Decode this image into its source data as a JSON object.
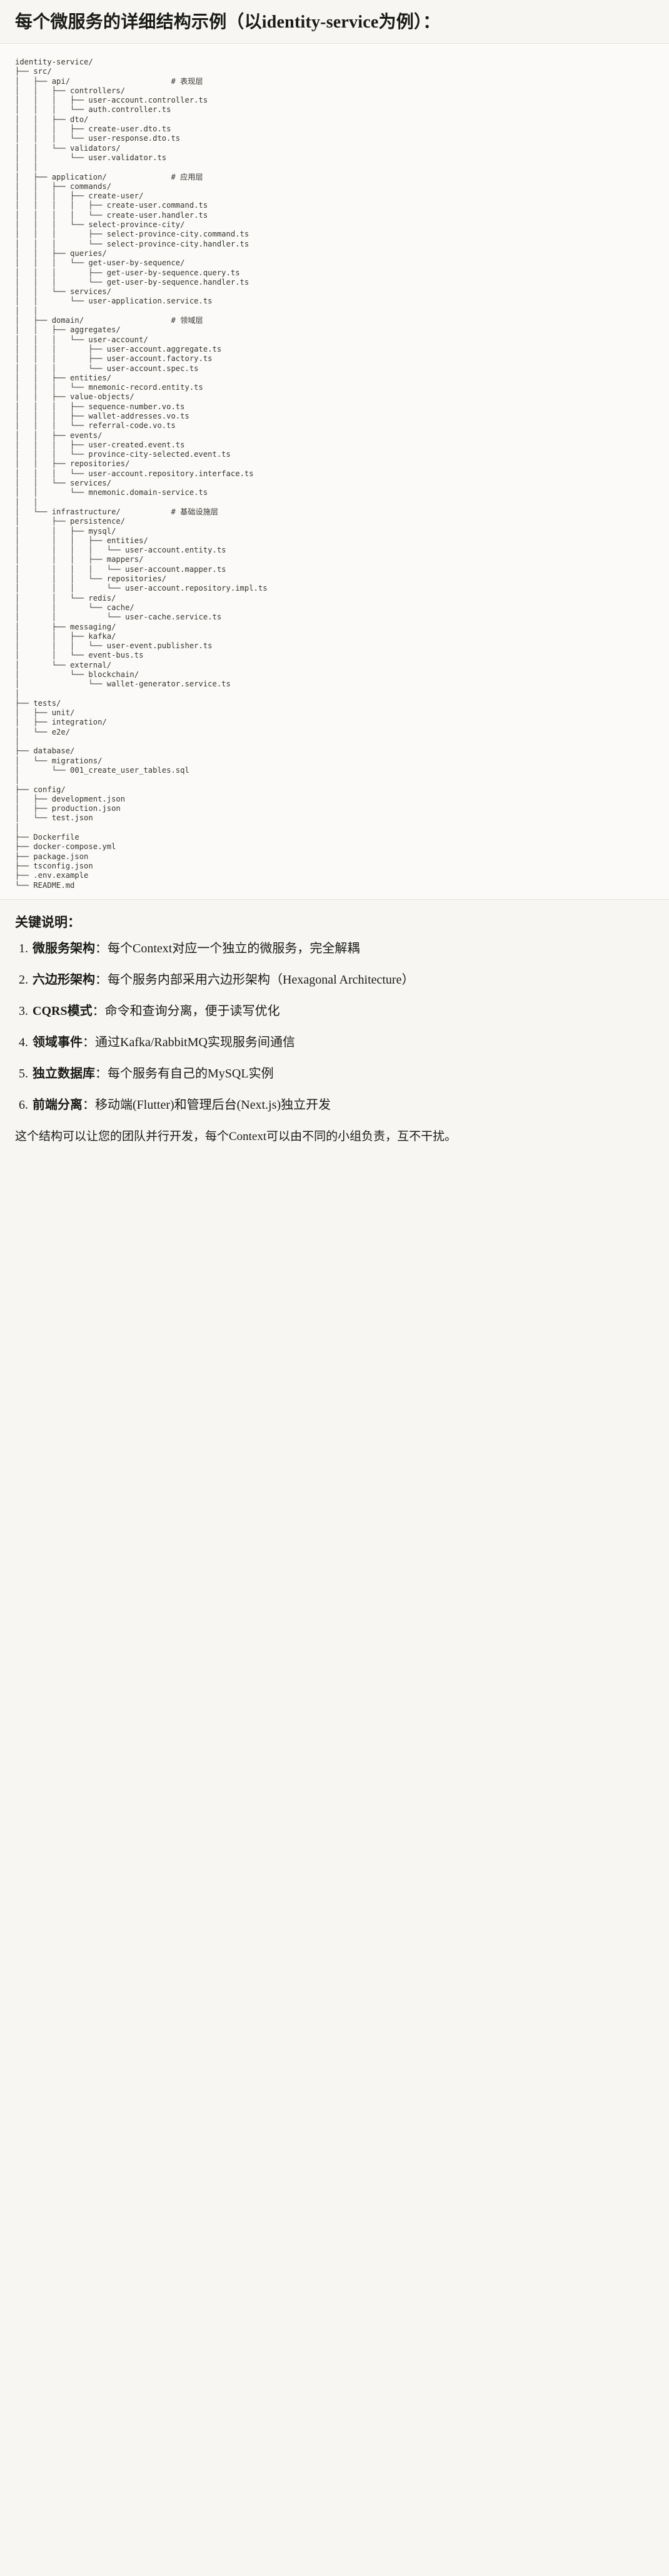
{
  "header": {
    "title": "每个微服务的详细结构示例（以identity-service为例）："
  },
  "tree": {
    "root": "identity-service/",
    "text": "identity-service/\n├── src/\n│   ├── api/                      # 表现层\n│   │   ├── controllers/\n│   │   │   ├── user-account.controller.ts\n│   │   │   └── auth.controller.ts\n│   │   ├── dto/\n│   │   │   ├── create-user.dto.ts\n│   │   │   └── user-response.dto.ts\n│   │   └── validators/\n│   │       └── user.validator.ts\n│   │\n│   ├── application/              # 应用层\n│   │   ├── commands/\n│   │   │   ├── create-user/\n│   │   │   │   ├── create-user.command.ts\n│   │   │   │   └── create-user.handler.ts\n│   │   │   └── select-province-city/\n│   │   │       ├── select-province-city.command.ts\n│   │   │       └── select-province-city.handler.ts\n│   │   ├── queries/\n│   │   │   └── get-user-by-sequence/\n│   │   │       ├── get-user-by-sequence.query.ts\n│   │   │       └── get-user-by-sequence.handler.ts\n│   │   └── services/\n│   │       └── user-application.service.ts\n│   │\n│   ├── domain/                   # 领域层\n│   │   ├── aggregates/\n│   │   │   └── user-account/\n│   │   │       ├── user-account.aggregate.ts\n│   │   │       ├── user-account.factory.ts\n│   │   │       └── user-account.spec.ts\n│   │   ├── entities/\n│   │   │   └── mnemonic-record.entity.ts\n│   │   ├── value-objects/\n│   │   │   ├── sequence-number.vo.ts\n│   │   │   ├── wallet-addresses.vo.ts\n│   │   │   └── referral-code.vo.ts\n│   │   ├── events/\n│   │   │   ├── user-created.event.ts\n│   │   │   └── province-city-selected.event.ts\n│   │   ├── repositories/\n│   │   │   └── user-account.repository.interface.ts\n│   │   └── services/\n│   │       └── mnemonic.domain-service.ts\n│   │\n│   └── infrastructure/           # 基础设施层\n│       ├── persistence/\n│       │   ├── mysql/\n│       │   │   ├── entities/\n│       │   │   │   └── user-account.entity.ts\n│       │   │   ├── mappers/\n│       │   │   │   └── user-account.mapper.ts\n│       │   │   └── repositories/\n│       │   │       └── user-account.repository.impl.ts\n│       │   └── redis/\n│       │       └── cache/\n│       │           └── user-cache.service.ts\n│       ├── messaging/\n│       │   ├── kafka/\n│       │   │   └── user-event.publisher.ts\n│       │   └── event-bus.ts\n│       └── external/\n│           └── blockchain/\n│               └── wallet-generator.service.ts\n│\n├── tests/\n│   ├── unit/\n│   ├── integration/\n│   └── e2e/\n│\n├── database/\n│   └── migrations/\n│       └── 001_create_user_tables.sql\n│\n├── config/\n│   ├── development.json\n│   ├── production.json\n│   └── test.json\n│\n├── Dockerfile\n├── docker-compose.yml\n├── package.json\n├── tsconfig.json\n├── .env.example\n└── README.md",
    "layer_comments": [
      "# 表现层",
      "# 应用层",
      "# 领域层",
      "# 基础设施层"
    ]
  },
  "keys": {
    "heading": "关键说明：",
    "items": [
      {
        "term": "微服务架构",
        "sep": "：",
        "desc": "每个Context对应一个独立的微服务，完全解耦"
      },
      {
        "term": "六边形架构",
        "sep": "：",
        "desc": "每个服务内部采用六边形架构（Hexagonal Architecture）"
      },
      {
        "term": "CQRS模式",
        "sep": "：",
        "desc": "命令和查询分离，便于读写优化"
      },
      {
        "term": "领域事件",
        "sep": "：",
        "desc": "通过Kafka/RabbitMQ实现服务间通信"
      },
      {
        "term": "独立数据库",
        "sep": "：",
        "desc": "每个服务有自己的MySQL实例"
      },
      {
        "term": "前端分离",
        "sep": "：",
        "desc": "移动端(Flutter)和管理后台(Next.js)独立开发"
      }
    ],
    "footnote": "这个结构可以让您的团队并行开发，每个Context可以由不同的小组负责，互不干扰。"
  },
  "colors": {
    "page_bg": "#f7f6f3",
    "code_bg": "#fbfaf8",
    "text": "#1a1a18",
    "code_text": "#33352f",
    "rule": "#e3e1dc"
  }
}
